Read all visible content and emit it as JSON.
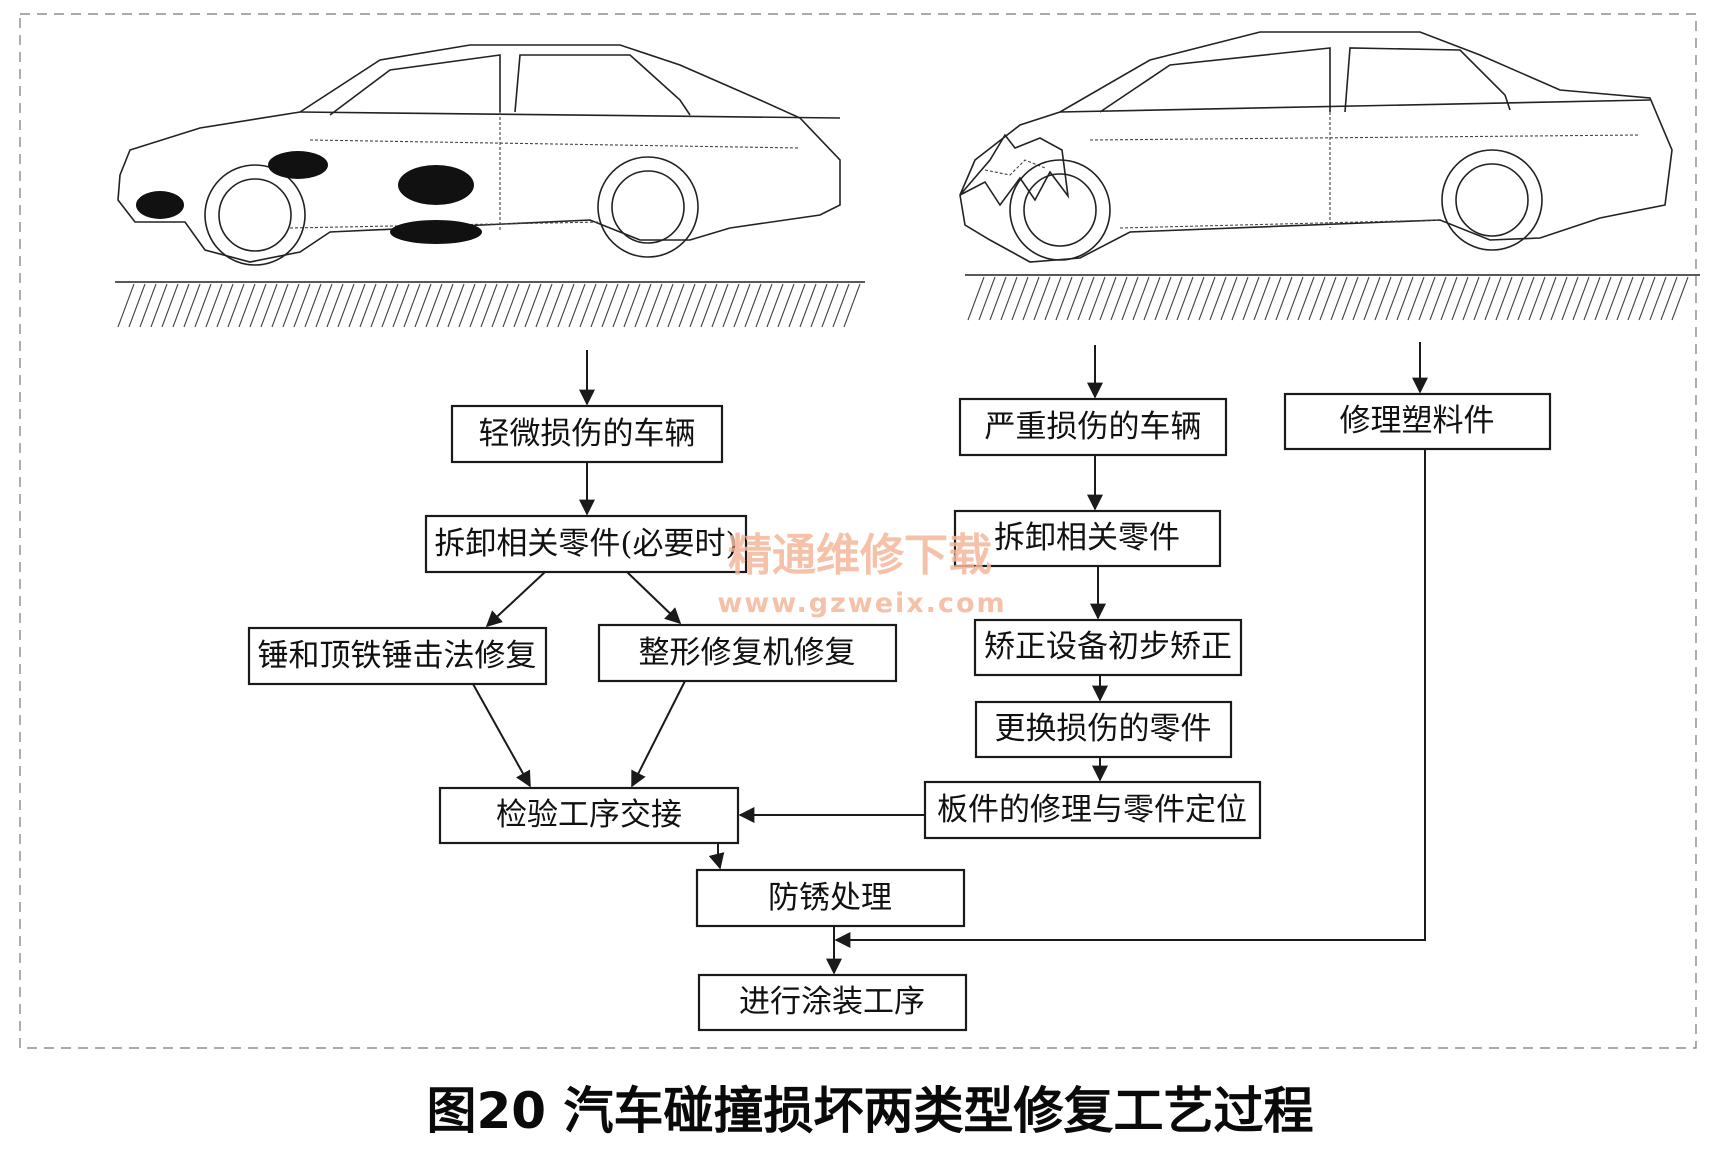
{
  "caption": "图20 汽车碰撞损坏两类型修复工艺过程",
  "watermark": {
    "cn": "精通维修下载",
    "url": "www.gzweix.com"
  },
  "illustrations": {
    "left_car": "lightly-damaged-car-illustration",
    "right_car": "heavily-damaged-car-illustration"
  },
  "nodes": {
    "light_vehicle": "轻微损伤的车辆",
    "remove_parts_if_needed": "拆卸相关零件(必要时)",
    "hammer_dolly_repair": "锤和顶铁锤击法修复",
    "shaping_machine_repair": "整形修复机修复",
    "inspection_handover": "检验工序交接",
    "rust_treatment": "防锈处理",
    "painting_process": "进行涂装工序",
    "severe_vehicle": "严重损伤的车辆",
    "remove_parts": "拆卸相关零件",
    "straighten_initial": "矫正设备初步矫正",
    "replace_parts": "更换损伤的零件",
    "panel_repair_positioning": "板件的修理与零件定位",
    "plastic_repair": "修理塑料件"
  },
  "colors": {
    "line": "#1a1a1a",
    "watermark": "#f4b79b",
    "blob": "#111111"
  }
}
